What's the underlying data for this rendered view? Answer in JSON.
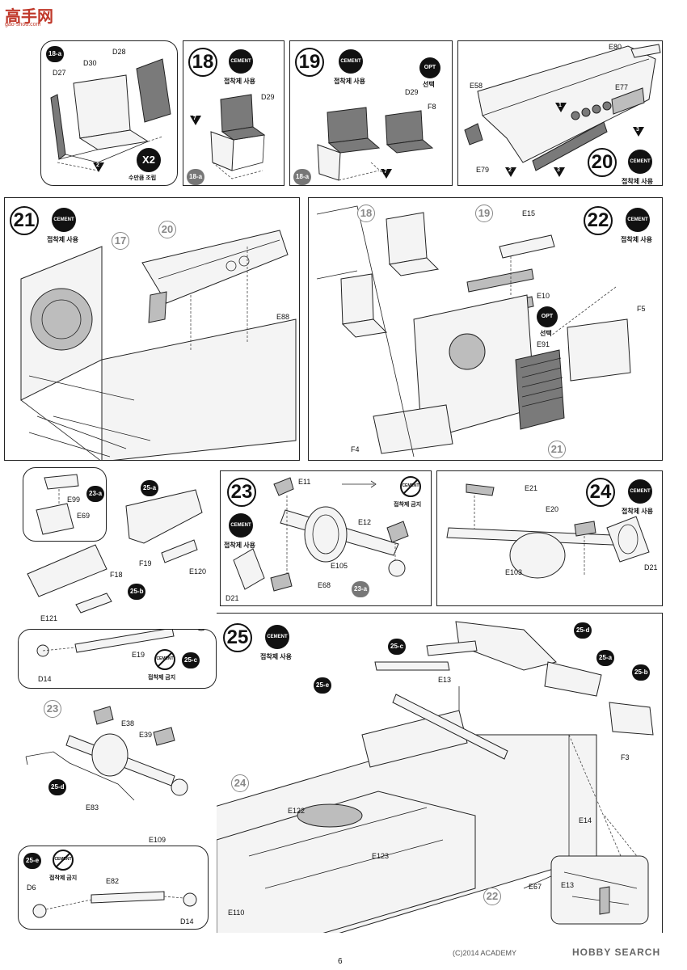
{
  "header": {
    "logo": "高手网",
    "site": "gao-shou.com"
  },
  "page_number": "6",
  "footer": {
    "copyright": "(C)2014 ACADEMY",
    "brand": "HOBBY SEARCH"
  },
  "labels": {
    "cement": "CEMENT",
    "cement_use": "접착제 사용",
    "cement_forbidden": "접착제 금지",
    "opt": "OPT",
    "opt_select": "선택",
    "make_as_many": "수만큼 조립"
  },
  "step_18a": {
    "badge": "18-a",
    "parts": [
      "D28",
      "D30",
      "D27"
    ],
    "arrow": "2",
    "multiplier": "X2"
  },
  "step_18": {
    "number": "18",
    "parts": [
      "D29"
    ],
    "arrow": "7",
    "ref": "18-a"
  },
  "step_19": {
    "number": "19",
    "parts": [
      "D29",
      "F8"
    ],
    "arrow": "7",
    "ref": "18-a"
  },
  "step_20": {
    "number": "20",
    "parts": [
      "E80",
      "E58",
      "E77",
      "E79"
    ],
    "arrows": [
      "1",
      "3",
      "2",
      "3"
    ]
  },
  "step_21": {
    "number": "21",
    "parts": [
      "E88"
    ],
    "refs": [
      "17",
      "20"
    ]
  },
  "step_22": {
    "number": "22",
    "parts": [
      "E15",
      "E10",
      "E91",
      "F5",
      "F4"
    ],
    "refs": [
      "18",
      "19",
      "21"
    ]
  },
  "step_23a": {
    "badge": "23-a",
    "parts": [
      "E99",
      "E69"
    ]
  },
  "step_25a": {
    "badge": "25-a",
    "parts": [
      "F19",
      "E120"
    ]
  },
  "step_25b": {
    "badge": "25-b",
    "parts": [
      "F18",
      "E121"
    ]
  },
  "step_25c": {
    "badge": "25-c",
    "parts": [
      "D6",
      "E19",
      "D14"
    ]
  },
  "step_23": {
    "number": "23",
    "parts": [
      "E11",
      "E12",
      "E105",
      "E68",
      "D21"
    ],
    "ref": "23-a"
  },
  "step_24": {
    "number": "24",
    "parts": [
      "E21",
      "E20",
      "E103",
      "D21"
    ]
  },
  "step_25": {
    "number": "25",
    "parts": [
      "E38",
      "E39",
      "E83",
      "E109",
      "E122",
      "E123",
      "E110",
      "E13",
      "F3",
      "E14",
      "E67",
      "E13"
    ],
    "refs": [
      "23",
      "24",
      "22"
    ],
    "badges": [
      "25-d",
      "25-e",
      "25-c",
      "25-d",
      "25-a",
      "25-b"
    ]
  },
  "step_25e": {
    "badge": "25-e",
    "parts": [
      "D6",
      "E82",
      "D14"
    ]
  }
}
